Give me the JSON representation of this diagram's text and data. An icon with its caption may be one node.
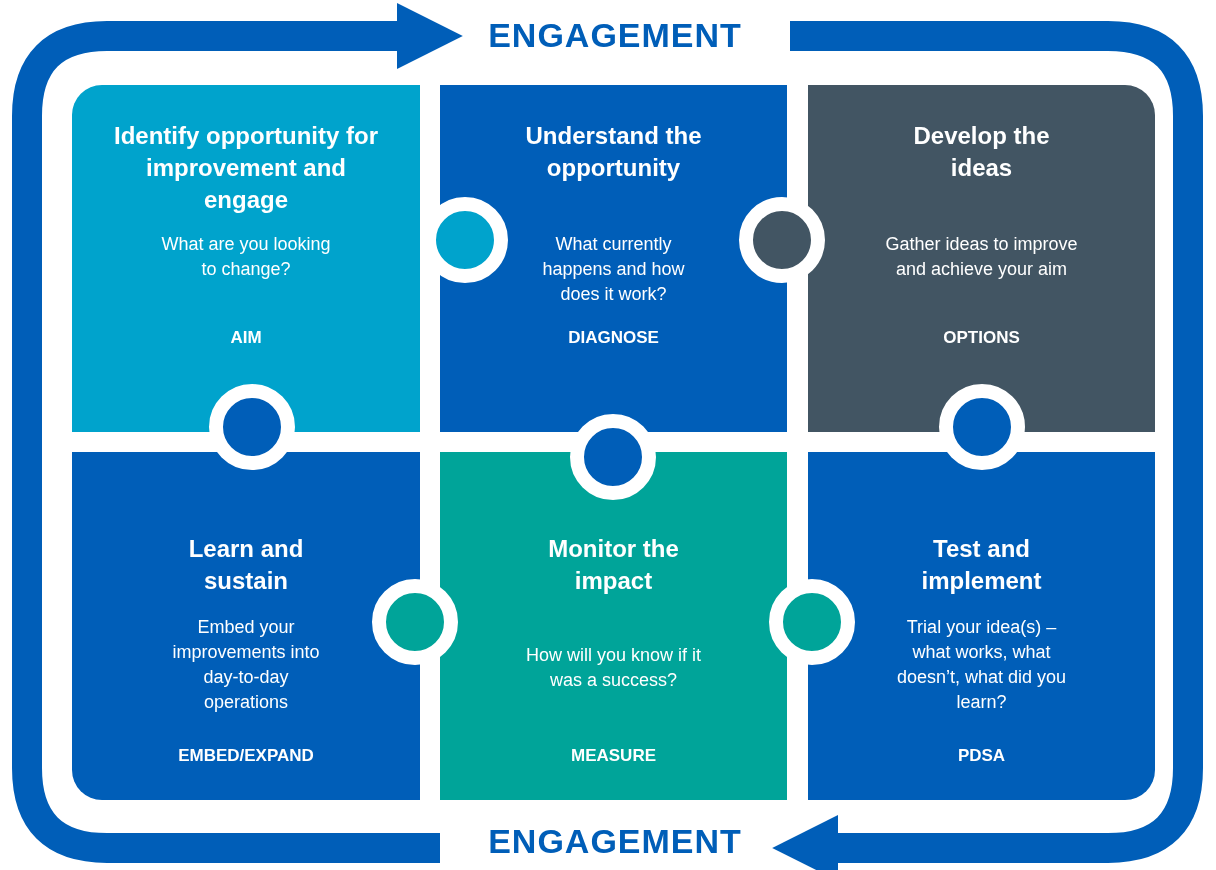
{
  "diagram": {
    "nodes": [
      {
        "text": [
          "Identify opportunity for improvement and engage",
          "What are you looking to change?",
          "AIM"
        ]
      },
      {
        "text": [
          "Understand the opportunity",
          "What currently happens and how does it work?",
          "DIAGNOSE"
        ]
      },
      {
        "text": [
          "Develop the ideas",
          "Gather ideas to improve and achieve your aim",
          "OPTIONS"
        ]
      },
      {
        "text": [
          "Learn and sustain",
          "Embed your improvements into day-to-day operations",
          "EMBED/EXPAND"
        ]
      },
      {
        "text": [
          "Monitor the impact",
          "How will you know if it was a success?",
          "MEASURE"
        ]
      },
      {
        "text": [
          "Test and implement",
          "Trial your idea(s) – what works, what doesn’t, what did you learn?",
          "PDSA"
        ]
      }
    ],
    "labels": [
      "ENGAGEMENT",
      "ENGAGEMENT"
    ]
  }
}
